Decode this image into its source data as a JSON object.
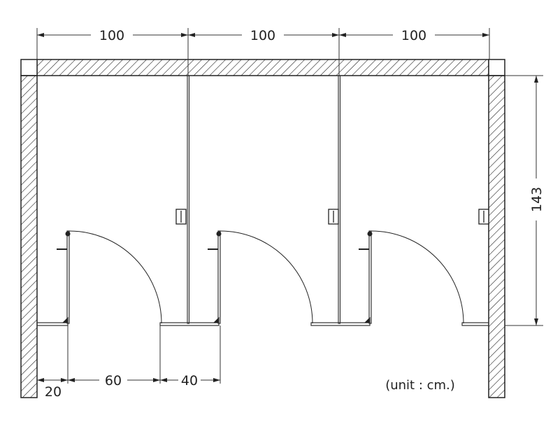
{
  "title": "Toilet cubicle floor plan",
  "dimensions": {
    "top": [
      "100",
      "100",
      "100"
    ],
    "depth": "143",
    "bottom_left": "20",
    "bottom_door": "60",
    "bottom_right": "40"
  },
  "unit_note": "(unit : cm.)",
  "colors": {
    "line": "#222222",
    "background": "#ffffff"
  }
}
